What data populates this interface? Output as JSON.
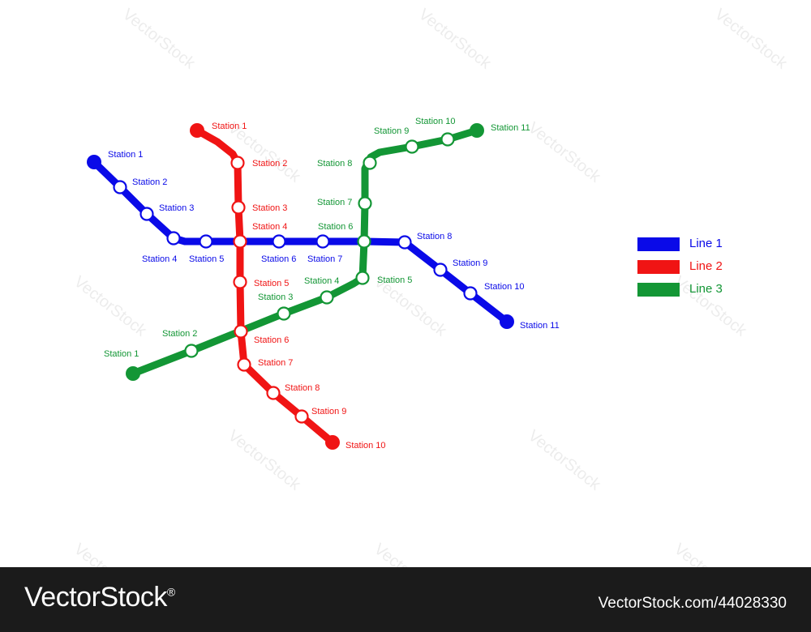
{
  "map": {
    "lines": [
      {
        "name": "Line 1",
        "color": "#0a0ae8",
        "stations": [
          "Station 1",
          "Station 2",
          "Station 3",
          "Station 4",
          "Station 5",
          "Station 6",
          "Station 7",
          "Station 8",
          "Station 9",
          "Station 10",
          "Station 11"
        ]
      },
      {
        "name": "Line 2",
        "color": "#f01414",
        "stations": [
          "Station 1",
          "Station 2",
          "Station 3",
          "Station 4",
          "Station 5",
          "Station 6",
          "Station 7",
          "Station 8",
          "Station 9",
          "Station 10"
        ]
      },
      {
        "name": "Line 3",
        "color": "#139635",
        "stations": [
          "Station 1",
          "Station 2",
          "Station 3",
          "Station 4",
          "Station 5",
          "Station 6",
          "Station 7",
          "Station 8",
          "Station 9",
          "Station 10",
          "Station 11"
        ]
      }
    ]
  },
  "watermark": {
    "text": "VectorStock"
  },
  "footer": {
    "brand": "VectorStock",
    "registered": "®",
    "image_id": "VectorStock.com/44028330"
  }
}
